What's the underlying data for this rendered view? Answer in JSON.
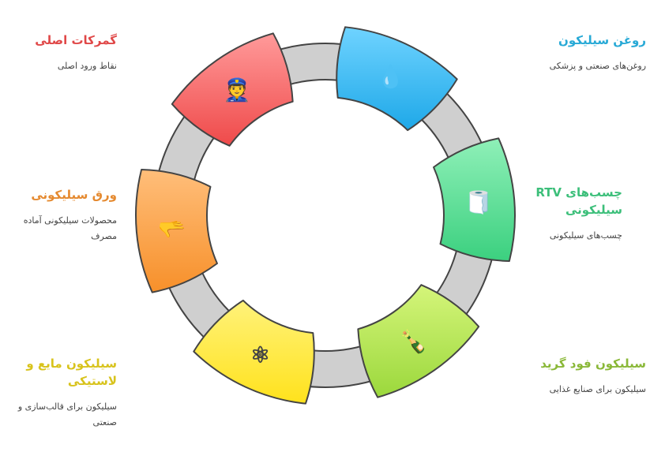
{
  "items": [
    {
      "title": "گمرکات اصلی",
      "desc": "نقاط ورود اصلی",
      "color": "#e04848",
      "grad": [
        "#ff9a9a",
        "#ef4a4a"
      ],
      "icon": "customs-officer-icon",
      "glyph": "👮"
    },
    {
      "title": "روغن سیلیکون",
      "desc": "روغن‌های صنعتی و پزشکی",
      "color": "#27a9d6",
      "grad": [
        "#6fd3ff",
        "#1ea8e8"
      ],
      "icon": "oil-drop-icon",
      "glyph": "💧"
    },
    {
      "title": "چسب‌های RTV سیلیکونی",
      "desc": "چسب‌های سیلیکونی",
      "color": "#3cbf7a",
      "grad": [
        "#8ff0b8",
        "#3bd07f"
      ],
      "icon": "adhesive-tape-icon",
      "glyph": "🧻"
    },
    {
      "title": "سیلیکون فود گرید",
      "desc": "سیلیکون برای صنایع غذایی",
      "color": "#8ab838",
      "grad": [
        "#d5f57a",
        "#9bd83c"
      ],
      "icon": "bottling-line-icon",
      "glyph": "🍾"
    },
    {
      "title": "سیلیکون مایع و لاستیکی",
      "desc": "سیلیکون برای قالب‌سازی و صنعتی",
      "color": "#d8c31c",
      "grad": [
        "#fff27a",
        "#ffe21c"
      ],
      "icon": "molecule-icon",
      "glyph": "⚛"
    },
    {
      "title": "ورق سیلیکونی",
      "desc": "محصولات سیلیکونی آماده مصرف",
      "color": "#e58a30",
      "grad": [
        "#ffbe7a",
        "#f7902a"
      ],
      "icon": "hand-cylinder-icon",
      "glyph": "🫳"
    }
  ]
}
